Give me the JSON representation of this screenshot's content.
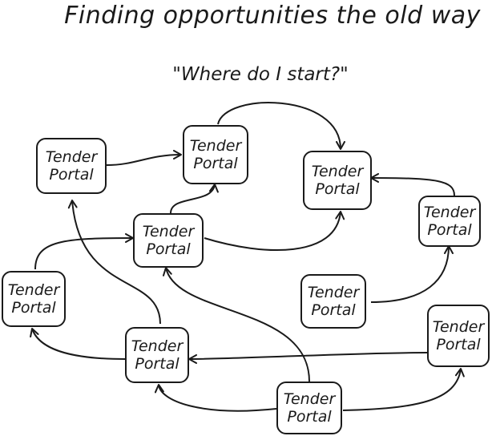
{
  "title": "Finding opportunities the old way",
  "subtitle": "\"Where do I start?\"",
  "nodes": [
    {
      "id": "a",
      "label": "Tender Portal"
    },
    {
      "id": "b",
      "label": "Tender Portal"
    },
    {
      "id": "c",
      "label": "Tender Portal"
    },
    {
      "id": "d",
      "label": "Tender Portal"
    },
    {
      "id": "e",
      "label": "Tender Portal"
    },
    {
      "id": "f",
      "label": "Tender Portal"
    },
    {
      "id": "g",
      "label": "Tender Portal"
    },
    {
      "id": "h",
      "label": "Tender Portal"
    },
    {
      "id": "i",
      "label": "Tender Portal"
    },
    {
      "id": "j",
      "label": "Tender Portal"
    }
  ],
  "edges": [
    {
      "from": "a",
      "to": "b"
    },
    {
      "from": "b",
      "to": "c"
    },
    {
      "from": "e",
      "to": "b"
    },
    {
      "from": "e",
      "to": "c"
    },
    {
      "from": "d",
      "to": "c"
    },
    {
      "from": "g",
      "to": "d"
    },
    {
      "from": "f",
      "to": "e"
    },
    {
      "from": "h",
      "to": "a"
    },
    {
      "from": "h",
      "to": "f"
    },
    {
      "from": "j",
      "to": "e"
    },
    {
      "from": "i",
      "to": "h"
    },
    {
      "from": "j",
      "to": "h"
    },
    {
      "from": "j",
      "to": "i"
    }
  ]
}
